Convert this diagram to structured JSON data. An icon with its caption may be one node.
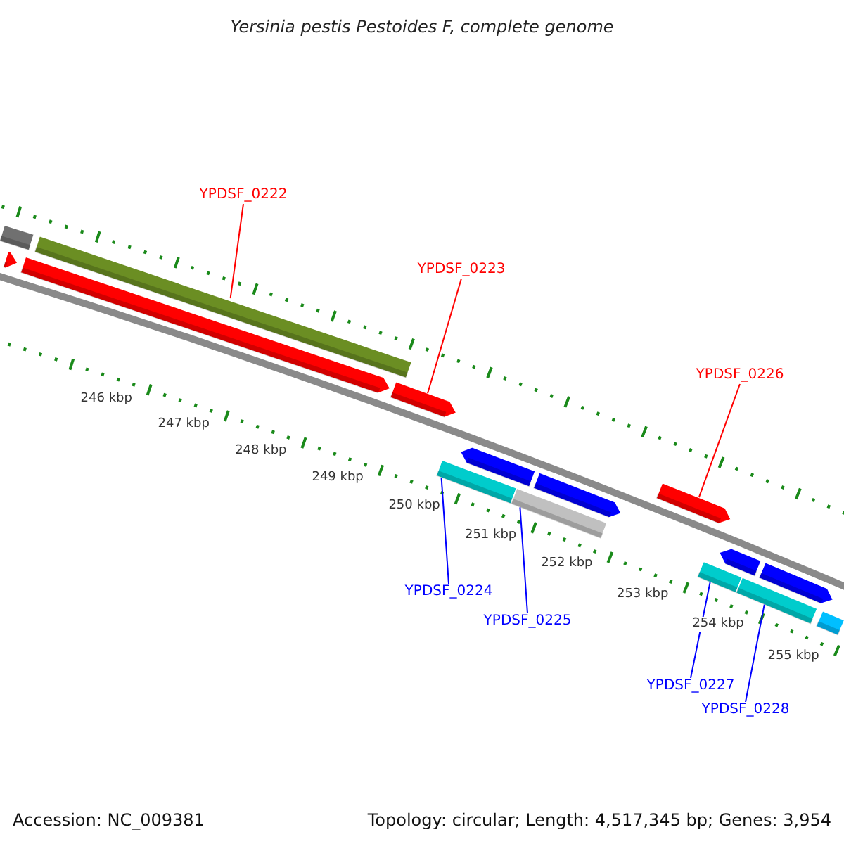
{
  "diagram": {
    "title": "Yersinia pestis Pestoides F, complete genome",
    "nodes": [
      {
        "text": [
          "YPDSF_0222"
        ]
      },
      {
        "text": [],
        "shape": "bar"
      },
      {
        "text": [
          "YPDSF_0223"
        ]
      },
      {
        "text": [],
        "shape": "bar"
      },
      {
        "text": [
          "YPDSF_0226"
        ]
      },
      {
        "text": [],
        "shape": "bar"
      },
      {
        "text": [
          "YPDSF_0224"
        ]
      },
      {
        "text": [],
        "shape": "bar"
      },
      {
        "text": [
          "YPDSF_0225"
        ]
      },
      {
        "text": [],
        "shape": "bar"
      },
      {
        "text": [
          "YPDSF_0227"
        ]
      },
      {
        "text": [],
        "shape": "bar"
      },
      {
        "text": [
          "YPDSF_0228"
        ]
      },
      {
        "text": [],
        "shape": "bar"
      },
      {
        "text": [],
        "shape": "bar"
      },
      {
        "text": [],
        "shape": "bar"
      },
      {
        "text": [],
        "shape": "bar"
      },
      {
        "text": [],
        "shape": "bar"
      },
      {
        "text": [],
        "shape": "bar"
      },
      {
        "text": [],
        "shape": "bar"
      },
      {
        "text": [],
        "shape": "bar"
      },
      {
        "text": [],
        "shape": "bar"
      }
    ],
    "edges": [
      {
        "from": 0,
        "to": 1,
        "arrow": "none",
        "color": "#ff0000"
      },
      {
        "from": 2,
        "to": 3,
        "arrow": "none",
        "color": "#ff0000"
      },
      {
        "from": 4,
        "to": 5,
        "arrow": "none",
        "color": "#ff0000"
      },
      {
        "from": 6,
        "to": 7,
        "arrow": "none"
      },
      {
        "from": 8,
        "to": 9,
        "arrow": "none"
      },
      {
        "from": 10,
        "to": 11,
        "arrow": "none"
      },
      {
        "from": 12,
        "to": 13,
        "arrow": "none"
      }
    ],
    "labels": [
      "246 kbp",
      "247 kbp",
      "248 kbp",
      "249 kbp",
      "250 kbp",
      "251 kbp",
      "252 kbp",
      "253 kbp",
      "254 kbp",
      "255 kbp",
      "Accession: NC_009381",
      "Topology: circular; Length: 4,517,345 bp; Genes: 3,954"
    ]
  }
}
